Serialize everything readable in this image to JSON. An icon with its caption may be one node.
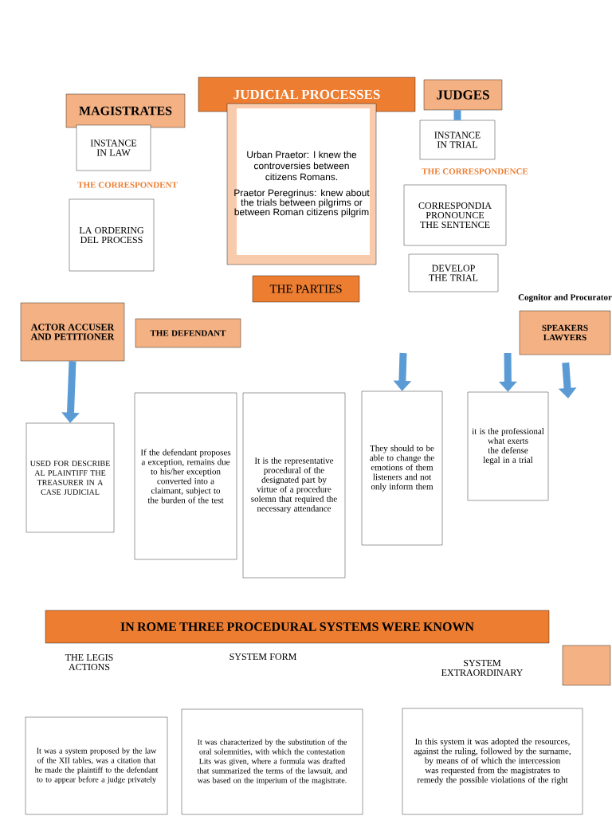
{
  "diagram": {
    "nodes": [
      {
        "text": [
          "JUDICIAL PROCESSES"
        ]
      },
      {
        "text": [
          "MAGISTRATES"
        ]
      },
      {
        "text": [
          "INSTANCE IN LAW"
        ]
      },
      {
        "text": [
          "LA ORDERING DEL PROCESS"
        ]
      },
      {
        "text": [
          "Urban Praetor: I knew the controversies between citizens Romans.",
          "Praetor Peregrinus: knew about the trials between pilgrims or between Roman citizens pilgrim"
        ]
      },
      {
        "text": [
          "JUDGES"
        ]
      },
      {
        "text": [
          "INSTANCE IN TRIAL"
        ]
      },
      {
        "text": [
          "CORRESPONDIA PRONOUNCE THE SENTENCE"
        ]
      },
      {
        "text": [
          "DEVELOP THE TRIAL"
        ]
      },
      {
        "text": [
          "THE PARTIES"
        ]
      },
      {
        "text": [
          "ACTOR ACCUSER AND PETITIONER"
        ]
      },
      {
        "text": [
          "THE DEFENDANT"
        ]
      },
      {
        "text": [
          "SPEAKERS LAWYERS"
        ]
      },
      {
        "text": [
          "USED FOR DESCRIBE AL PLAINTIFF THE TREASURER IN A CASE JUDICIAL"
        ]
      },
      {
        "text": [
          "If the defendant proposes a exception, remains due to his/her exception converted into a claimant, subject to the burden of the test"
        ]
      },
      {
        "text": [
          "It is the representative procedural of the designated part by virtue of a procedure solemn that required the necessary attendance"
        ]
      },
      {
        "text": [
          "They should to be able to change the emotions of them listeners and not only inform them"
        ]
      },
      {
        "text": [
          "it is the professional what exerts the defense legal in a trial"
        ]
      },
      {
        "text": [
          "IN ROME THREE PROCEDURAL SYSTEMS WERE KNOWN"
        ]
      },
      {
        "text": [
          "THE LEGIS ACTIONS"
        ]
      },
      {
        "text": [
          "SYSTEM FORM"
        ]
      },
      {
        "text": [
          "SYSTEM EXTRAORDINARY"
        ]
      },
      {
        "text": [],
        "shape": "box"
      },
      {
        "text": [
          "It was a system proposed by the law of the XII tables, was a citation that he made the plaintiff to the defendant to to appear before a judge privately"
        ]
      },
      {
        "text": [
          "It was characterized by the substitution of the oral solemnities, with which the contestation Lits was given, where a formula was drafted that summarized the terms of the lawsuit, and was based on the imperium of the magistrate."
        ]
      },
      {
        "text": [
          "In this system it was adopted the resources, against the ruling, followed by the surname, by means of of which the intercession was requested from the magistrates to remedy the possible violations of the right"
        ]
      }
    ],
    "edges": [
      {
        "from": 5,
        "to": 6,
        "arrow": "none"
      },
      {
        "from": 10,
        "to": 13,
        "arrow": "to"
      },
      {
        "from": null,
        "to": 16,
        "arrow": "to"
      },
      {
        "from": null,
        "to": 17,
        "arrow": "to"
      },
      {
        "from": 12,
        "to": null,
        "arrow": "to"
      }
    ],
    "labels": [
      "THE CORRESPONDENT",
      "THE CORRESPONDENCE",
      "Cognitor and Procurator"
    ]
  }
}
